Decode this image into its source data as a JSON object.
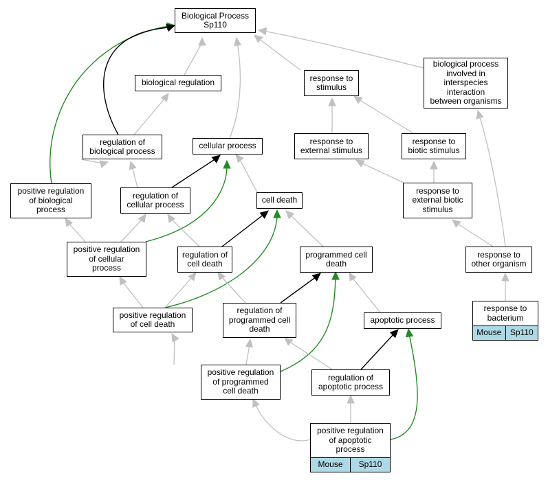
{
  "nodes": {
    "bp": "Biological Process\nSp110",
    "biol_reg": "biological regulation",
    "resp_stim": "response to\nstimulus",
    "interspecies": "biological process\ninvolved in\ninterspecies\ninteraction\nbetween organisms",
    "reg_bp": "regulation of\nbiological process",
    "cell_proc": "cellular process",
    "resp_ext": "response to\nexternal stimulus",
    "resp_biotic": "response to\nbiotic stimulus",
    "pos_reg_bp": "positive regulation\nof biological\nprocess",
    "reg_cell": "regulation of\ncellular process",
    "cell_death": "cell death",
    "resp_ext_biotic": "response to\nexternal biotic\nstimulus",
    "pos_reg_cell": "positive regulation\nof cellular\nprocess",
    "reg_cd": "regulation of\ncell death",
    "pcd": "programmed cell\ndeath",
    "resp_other": "response to\nother organism",
    "pos_reg_cd": "positive regulation\nof cell death",
    "reg_pcd": "regulation of\nprogrammed cell\ndeath",
    "apoptotic": "apoptotic process",
    "resp_bact": "response to\nbacterium",
    "pos_reg_pcd": "positive regulation\nof programmed\ncell death",
    "reg_apop": "regulation of\napoptotic process",
    "pos_reg_apop": "positive regulation\nof apoptotic\nprocess"
  },
  "genes": {
    "resp_bact": {
      "species": "Mouse",
      "gene": "Sp110"
    },
    "pos_reg_apop": {
      "species": "Mouse",
      "gene": "Sp110"
    }
  },
  "colors": {
    "is_a": "#c0c0c0",
    "regulates": "#000000",
    "positively_regulates": "#228b22",
    "gene_bg": "#add8e6"
  }
}
